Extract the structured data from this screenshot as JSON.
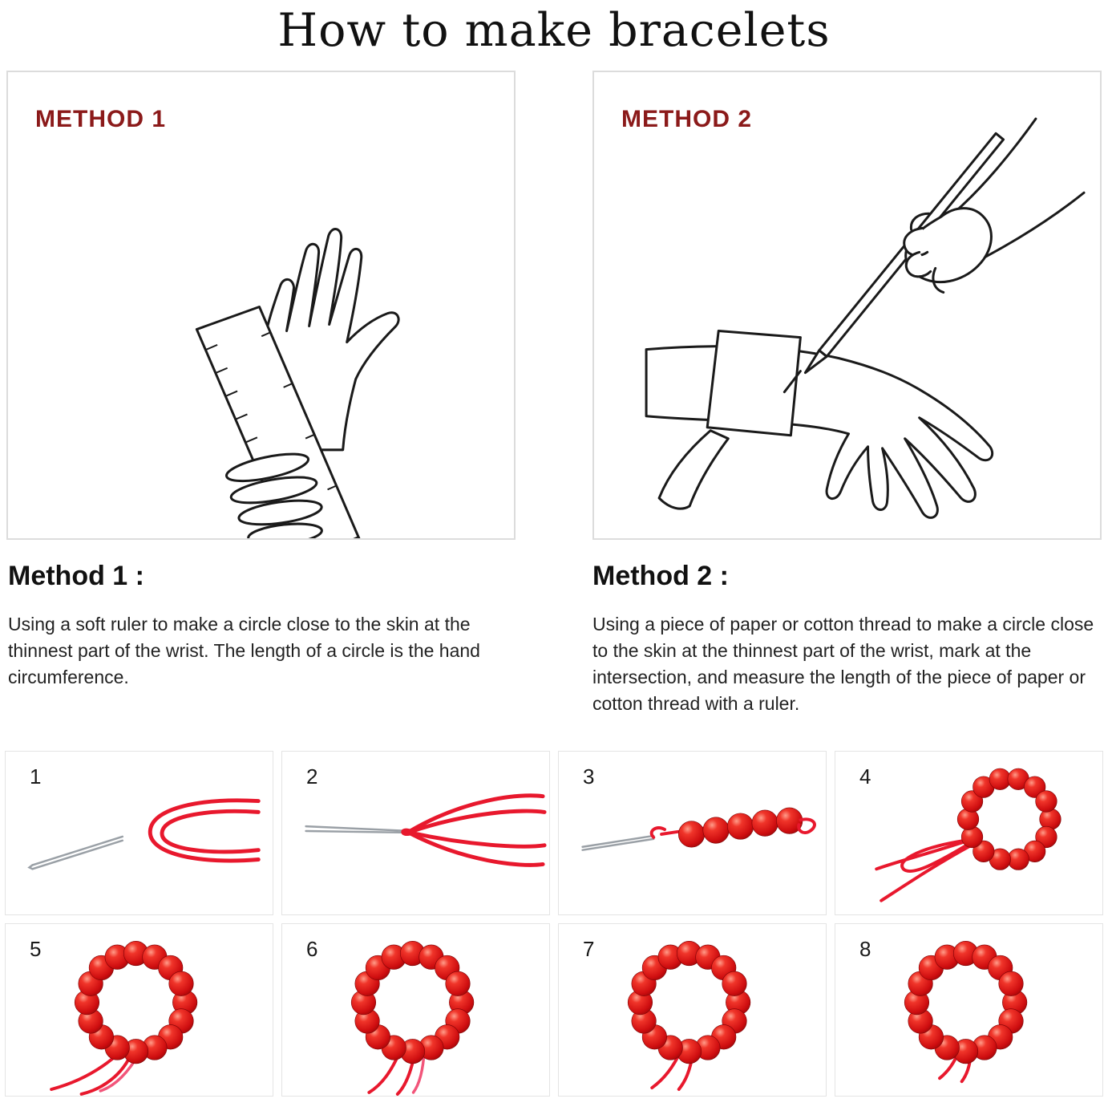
{
  "page": {
    "title": "How to make bracelets"
  },
  "methods": [
    {
      "label": "METHOD 1",
      "heading": "Method 1 :",
      "description": "Using a soft ruler to make a circle close to the skin at the thinnest part of the wrist. The length of a circle is the hand circumference.",
      "illustration": "hand-with-soft-ruler-measuring-wrist"
    },
    {
      "label": "METHOD 2",
      "heading": "Method 2 :",
      "description": "Using a piece of paper or cotton thread to make a circle close to the skin at the thinnest part of the wrist, mark at the intersection, and measure the length of the piece of paper or cotton thread with a ruler.",
      "illustration": "hand-marking-paper-strip-on-wrist-with-pen"
    }
  ],
  "steps": [
    {
      "number": "1",
      "icon": "needle-and-folded-red-cord-icon"
    },
    {
      "number": "2",
      "icon": "cord-threaded-through-needle-icon"
    },
    {
      "number": "3",
      "icon": "beads-strung-on-cord-icon"
    },
    {
      "number": "4",
      "icon": "bead-ring-with-cord-loop-icon"
    },
    {
      "number": "5",
      "icon": "bracelet-with-cords-splayed-icon"
    },
    {
      "number": "6",
      "icon": "bracelet-with-cords-hanging-icon"
    },
    {
      "number": "7",
      "icon": "bracelet-with-knot-icon"
    },
    {
      "number": "8",
      "icon": "finished-bracelet-icon"
    }
  ],
  "colors": {
    "method_label_red": "#8b1a1a",
    "cord_red": "#e8182d",
    "cord_pink": "#f2557a",
    "bead_red": "#cf0e10",
    "panel_border": "#dcdcdc",
    "line_ink": "#1a1a1a",
    "text": "#222222"
  }
}
